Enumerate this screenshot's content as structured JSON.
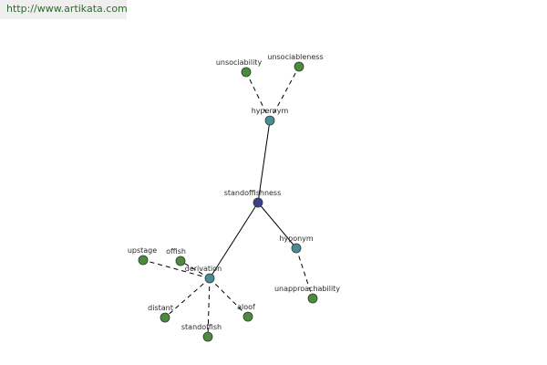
{
  "banner": {
    "url_text": "http://www.artikata.com"
  },
  "colors": {
    "central": "#3a3f8f",
    "relation": "#4a8c96",
    "word": "#4e8a3e",
    "edge": "#000000",
    "banner_text": "#2c6a2e",
    "banner_bg": "#efefef"
  },
  "graph": {
    "nodes": [
      {
        "id": "standoffishness",
        "label": "standoffishness",
        "kind": "central"
      },
      {
        "id": "hypernym",
        "label": "hypernym",
        "kind": "relation"
      },
      {
        "id": "hyponym",
        "label": "hyponym",
        "kind": "relation"
      },
      {
        "id": "derivation",
        "label": "derivation",
        "kind": "relation"
      },
      {
        "id": "unsociability",
        "label": "unsociability",
        "kind": "word"
      },
      {
        "id": "unsociableness",
        "label": "unsociableness",
        "kind": "word"
      },
      {
        "id": "unapproachability",
        "label": "unapproachability",
        "kind": "word"
      },
      {
        "id": "upstage",
        "label": "upstage",
        "kind": "word"
      },
      {
        "id": "offish",
        "label": "offish",
        "kind": "word"
      },
      {
        "id": "distant",
        "label": "distant",
        "kind": "word"
      },
      {
        "id": "standoffish",
        "label": "standoffish",
        "kind": "word"
      },
      {
        "id": "aloof",
        "label": "aloof",
        "kind": "word"
      }
    ],
    "edges": [
      {
        "from": "standoffishness",
        "to": "hypernym",
        "style": "solid"
      },
      {
        "from": "standoffishness",
        "to": "hyponym",
        "style": "solid"
      },
      {
        "from": "standoffishness",
        "to": "derivation",
        "style": "solid"
      },
      {
        "from": "hypernym",
        "to": "unsociability",
        "style": "dashed"
      },
      {
        "from": "hypernym",
        "to": "unsociableness",
        "style": "dashed"
      },
      {
        "from": "hyponym",
        "to": "unapproachability",
        "style": "dashed"
      },
      {
        "from": "derivation",
        "to": "upstage",
        "style": "dashed"
      },
      {
        "from": "derivation",
        "to": "offish",
        "style": "dashed"
      },
      {
        "from": "derivation",
        "to": "distant",
        "style": "dashed"
      },
      {
        "from": "derivation",
        "to": "standoffish",
        "style": "dashed"
      },
      {
        "from": "derivation",
        "to": "aloof",
        "style": "dashed"
      }
    ]
  }
}
